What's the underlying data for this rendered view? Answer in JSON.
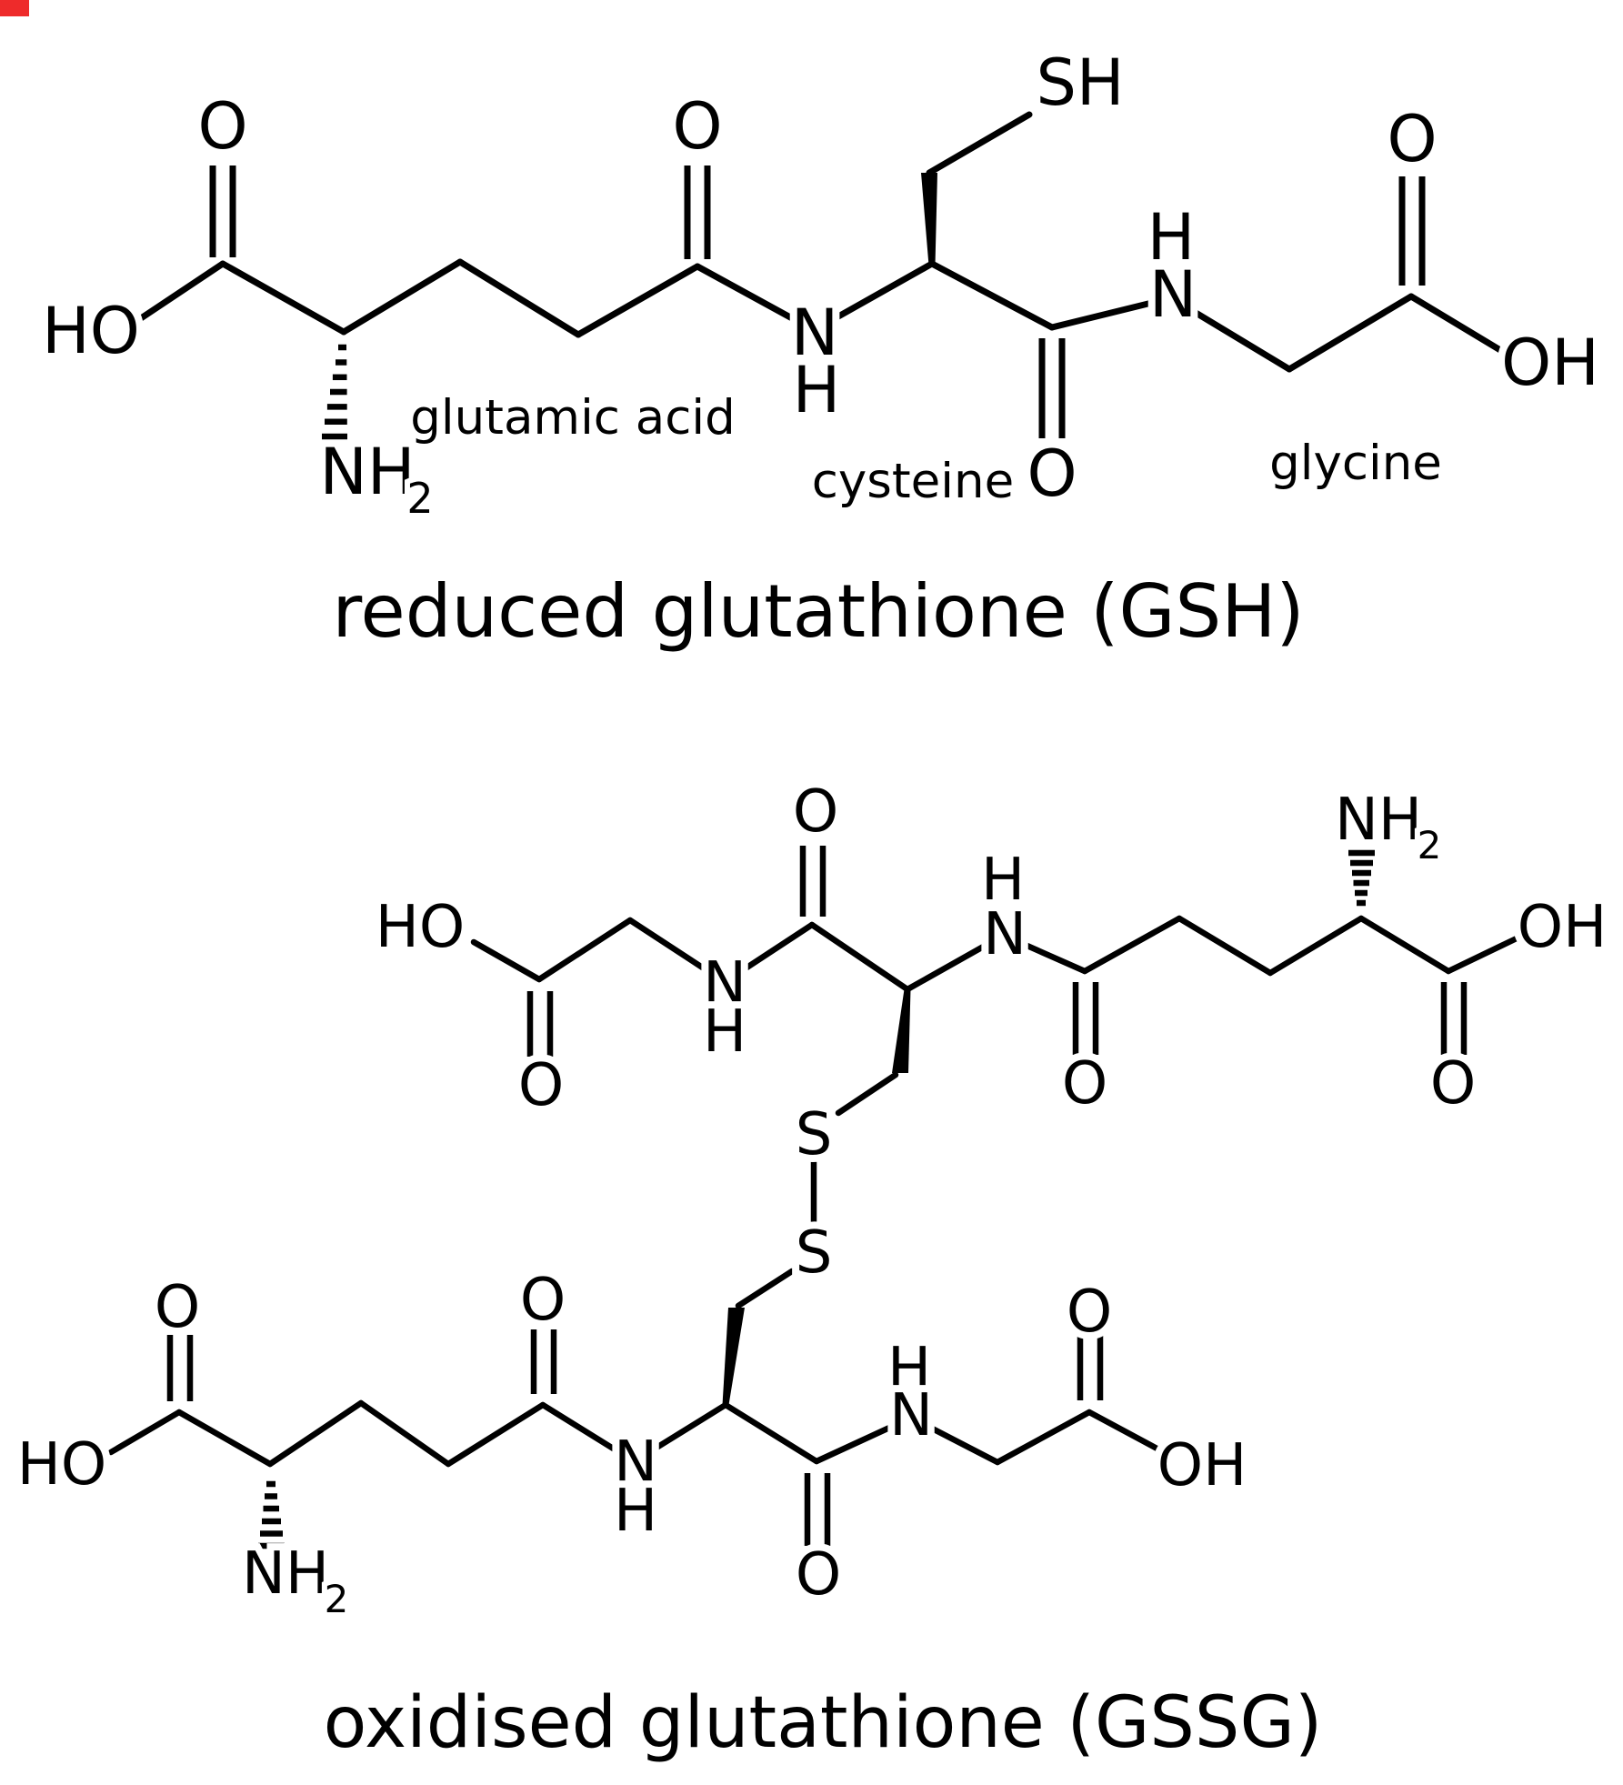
{
  "molecule_top": {
    "title": "reduced glutathione (GSH)",
    "residue_labels": {
      "glutamic_acid": "glutamic acid",
      "cysteine": "cysteine",
      "glycine": "glycine"
    }
  },
  "molecule_bottom": {
    "title": "oxidised glutathione (GSSG)"
  },
  "atom_symbols": {
    "oxygen": "O",
    "nitrogen": "N",
    "hydrogen": "H",
    "sulfur": "S",
    "hydroxyl_ho": "HO",
    "hydroxyl_oh": "OH",
    "thiol_sh": "SH",
    "amino_nh": "NH",
    "amino_subscript": "2"
  },
  "colors": {
    "ink": "#000000",
    "background": "#ffffff",
    "corner_artifact_red": "#ee2b2b"
  }
}
